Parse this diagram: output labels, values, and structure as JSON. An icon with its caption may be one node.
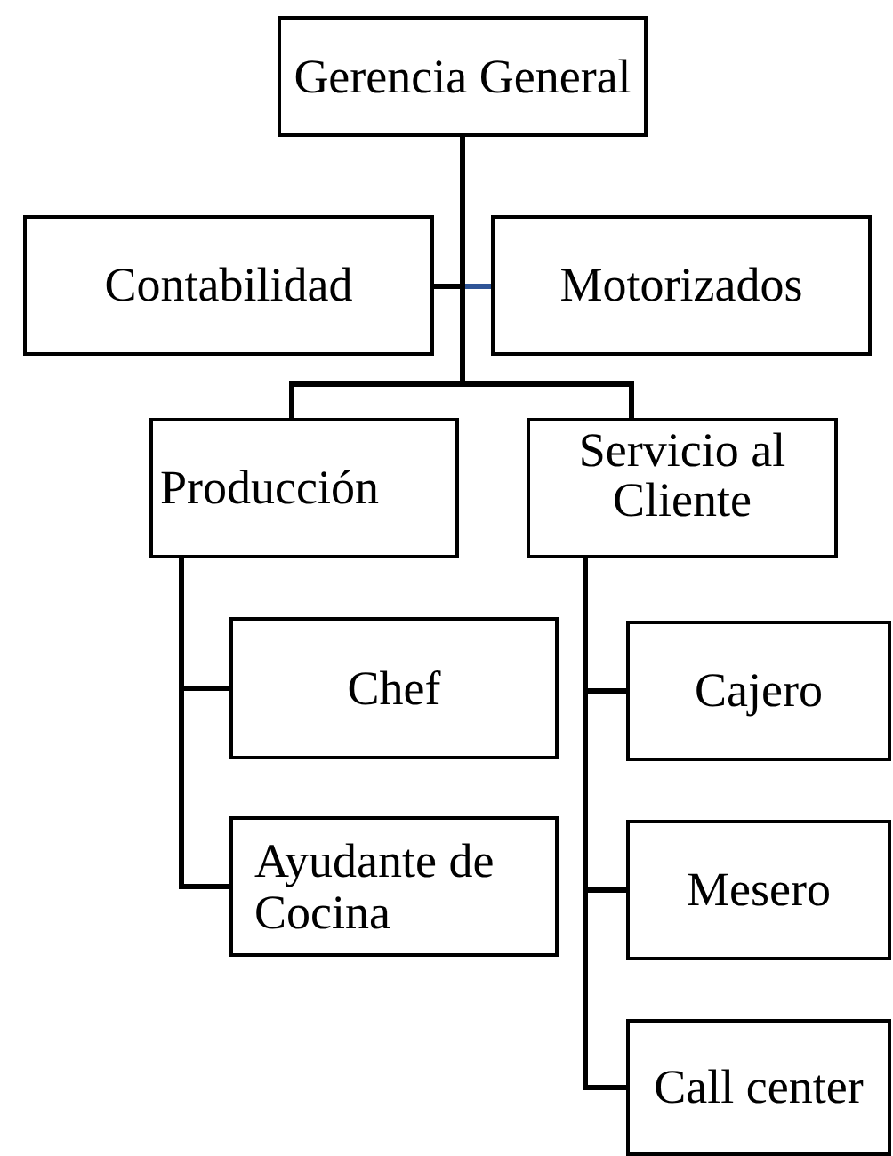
{
  "diagram": {
    "nodes": [
      {
        "text": [
          "Gerencia General"
        ]
      },
      {
        "text": [
          "Contabilidad"
        ]
      },
      {
        "text": [
          "Motorizados"
        ]
      },
      {
        "text": [
          "Producción"
        ]
      },
      {
        "text": [
          "Servicio al Cliente"
        ]
      },
      {
        "text": [
          "Chef"
        ]
      },
      {
        "text": [
          "Ayudante de Cocina"
        ]
      },
      {
        "text": [
          "Cajero"
        ]
      },
      {
        "text": [
          "Mesero"
        ]
      },
      {
        "text": [
          "Call center"
        ]
      }
    ],
    "edges": [
      {
        "from": 0,
        "to": 1,
        "arrow": "none"
      },
      {
        "from": 0,
        "to": 2,
        "arrow": "none",
        "color": "#2f5597"
      },
      {
        "from": 0,
        "to": 3,
        "arrow": "none"
      },
      {
        "from": 0,
        "to": 4,
        "arrow": "none"
      },
      {
        "from": 3,
        "to": 5,
        "arrow": "none"
      },
      {
        "from": 3,
        "to": 6,
        "arrow": "none"
      },
      {
        "from": 4,
        "to": 7,
        "arrow": "none"
      },
      {
        "from": 4,
        "to": 8,
        "arrow": "none"
      },
      {
        "from": 4,
        "to": 9,
        "arrow": "none"
      }
    ]
  }
}
